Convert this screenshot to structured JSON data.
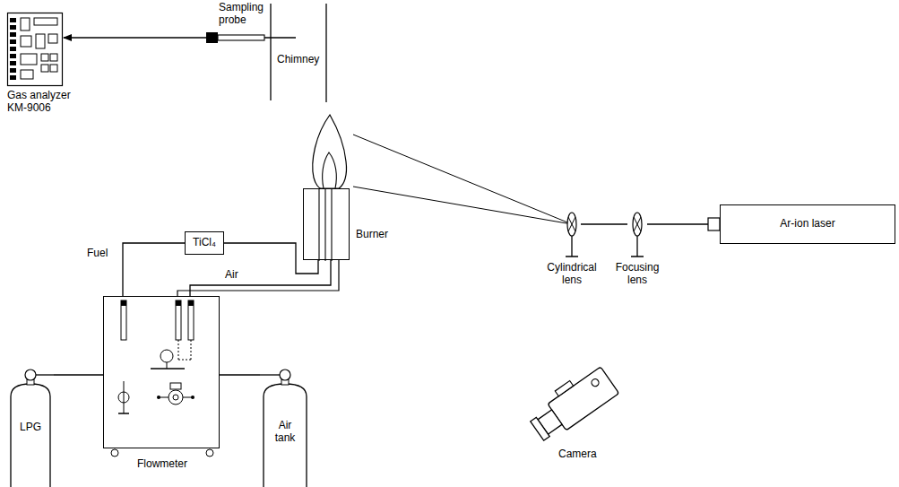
{
  "diagram": {
    "nodes": [
      {
        "text": [
          "Gas analyzer KM-9006"
        ]
      },
      {
        "text": [
          "Sampling probe"
        ]
      },
      {
        "text": [
          "TiCl₄"
        ]
      },
      {
        "text": [
          "Burner"
        ]
      },
      {
        "text": [
          "Ar-ion laser"
        ]
      },
      {
        "text": [
          "Cylindrical lens"
        ]
      },
      {
        "text": [
          "Focusing lens"
        ]
      },
      {
        "text": [
          "Flowmeter"
        ]
      },
      {
        "text": [
          "LPG"
        ]
      },
      {
        "text": [
          "Air tank"
        ]
      }
    ],
    "edges": [
      {
        "from": 1,
        "to": 0,
        "arrow": "to"
      },
      {
        "from": 8,
        "to": 7,
        "arrow": "none"
      },
      {
        "from": 9,
        "to": 7,
        "arrow": "none"
      },
      {
        "from": 7,
        "to": 2,
        "label": "Fuel",
        "arrow": "none"
      },
      {
        "from": 2,
        "to": 3,
        "arrow": "none"
      },
      {
        "from": 7,
        "to": 3,
        "label": "Air",
        "arrow": "none"
      },
      {
        "from": 4,
        "to": 6,
        "arrow": "none"
      },
      {
        "from": 6,
        "to": 5,
        "arrow": "none"
      }
    ],
    "labels": [
      "Chimney",
      "Camera"
    ]
  }
}
